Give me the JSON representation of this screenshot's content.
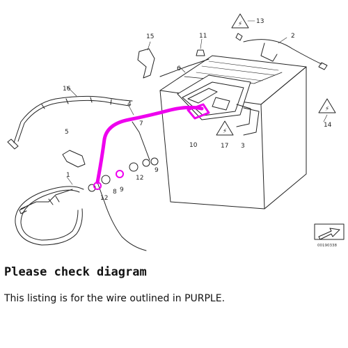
{
  "diagram": {
    "part_numbers": [
      "1",
      "2",
      "3",
      "4",
      "5",
      "6",
      "7",
      "8",
      "9",
      "10",
      "11",
      "12",
      "13",
      "14",
      "15",
      "16",
      "17"
    ],
    "reference_code": "00190338",
    "highlight_color": "#ee00ee",
    "warning_symbol_text": "⚡"
  },
  "heading": "Please check diagram",
  "caption": "This listing is for the wire outlined in PURPLE."
}
